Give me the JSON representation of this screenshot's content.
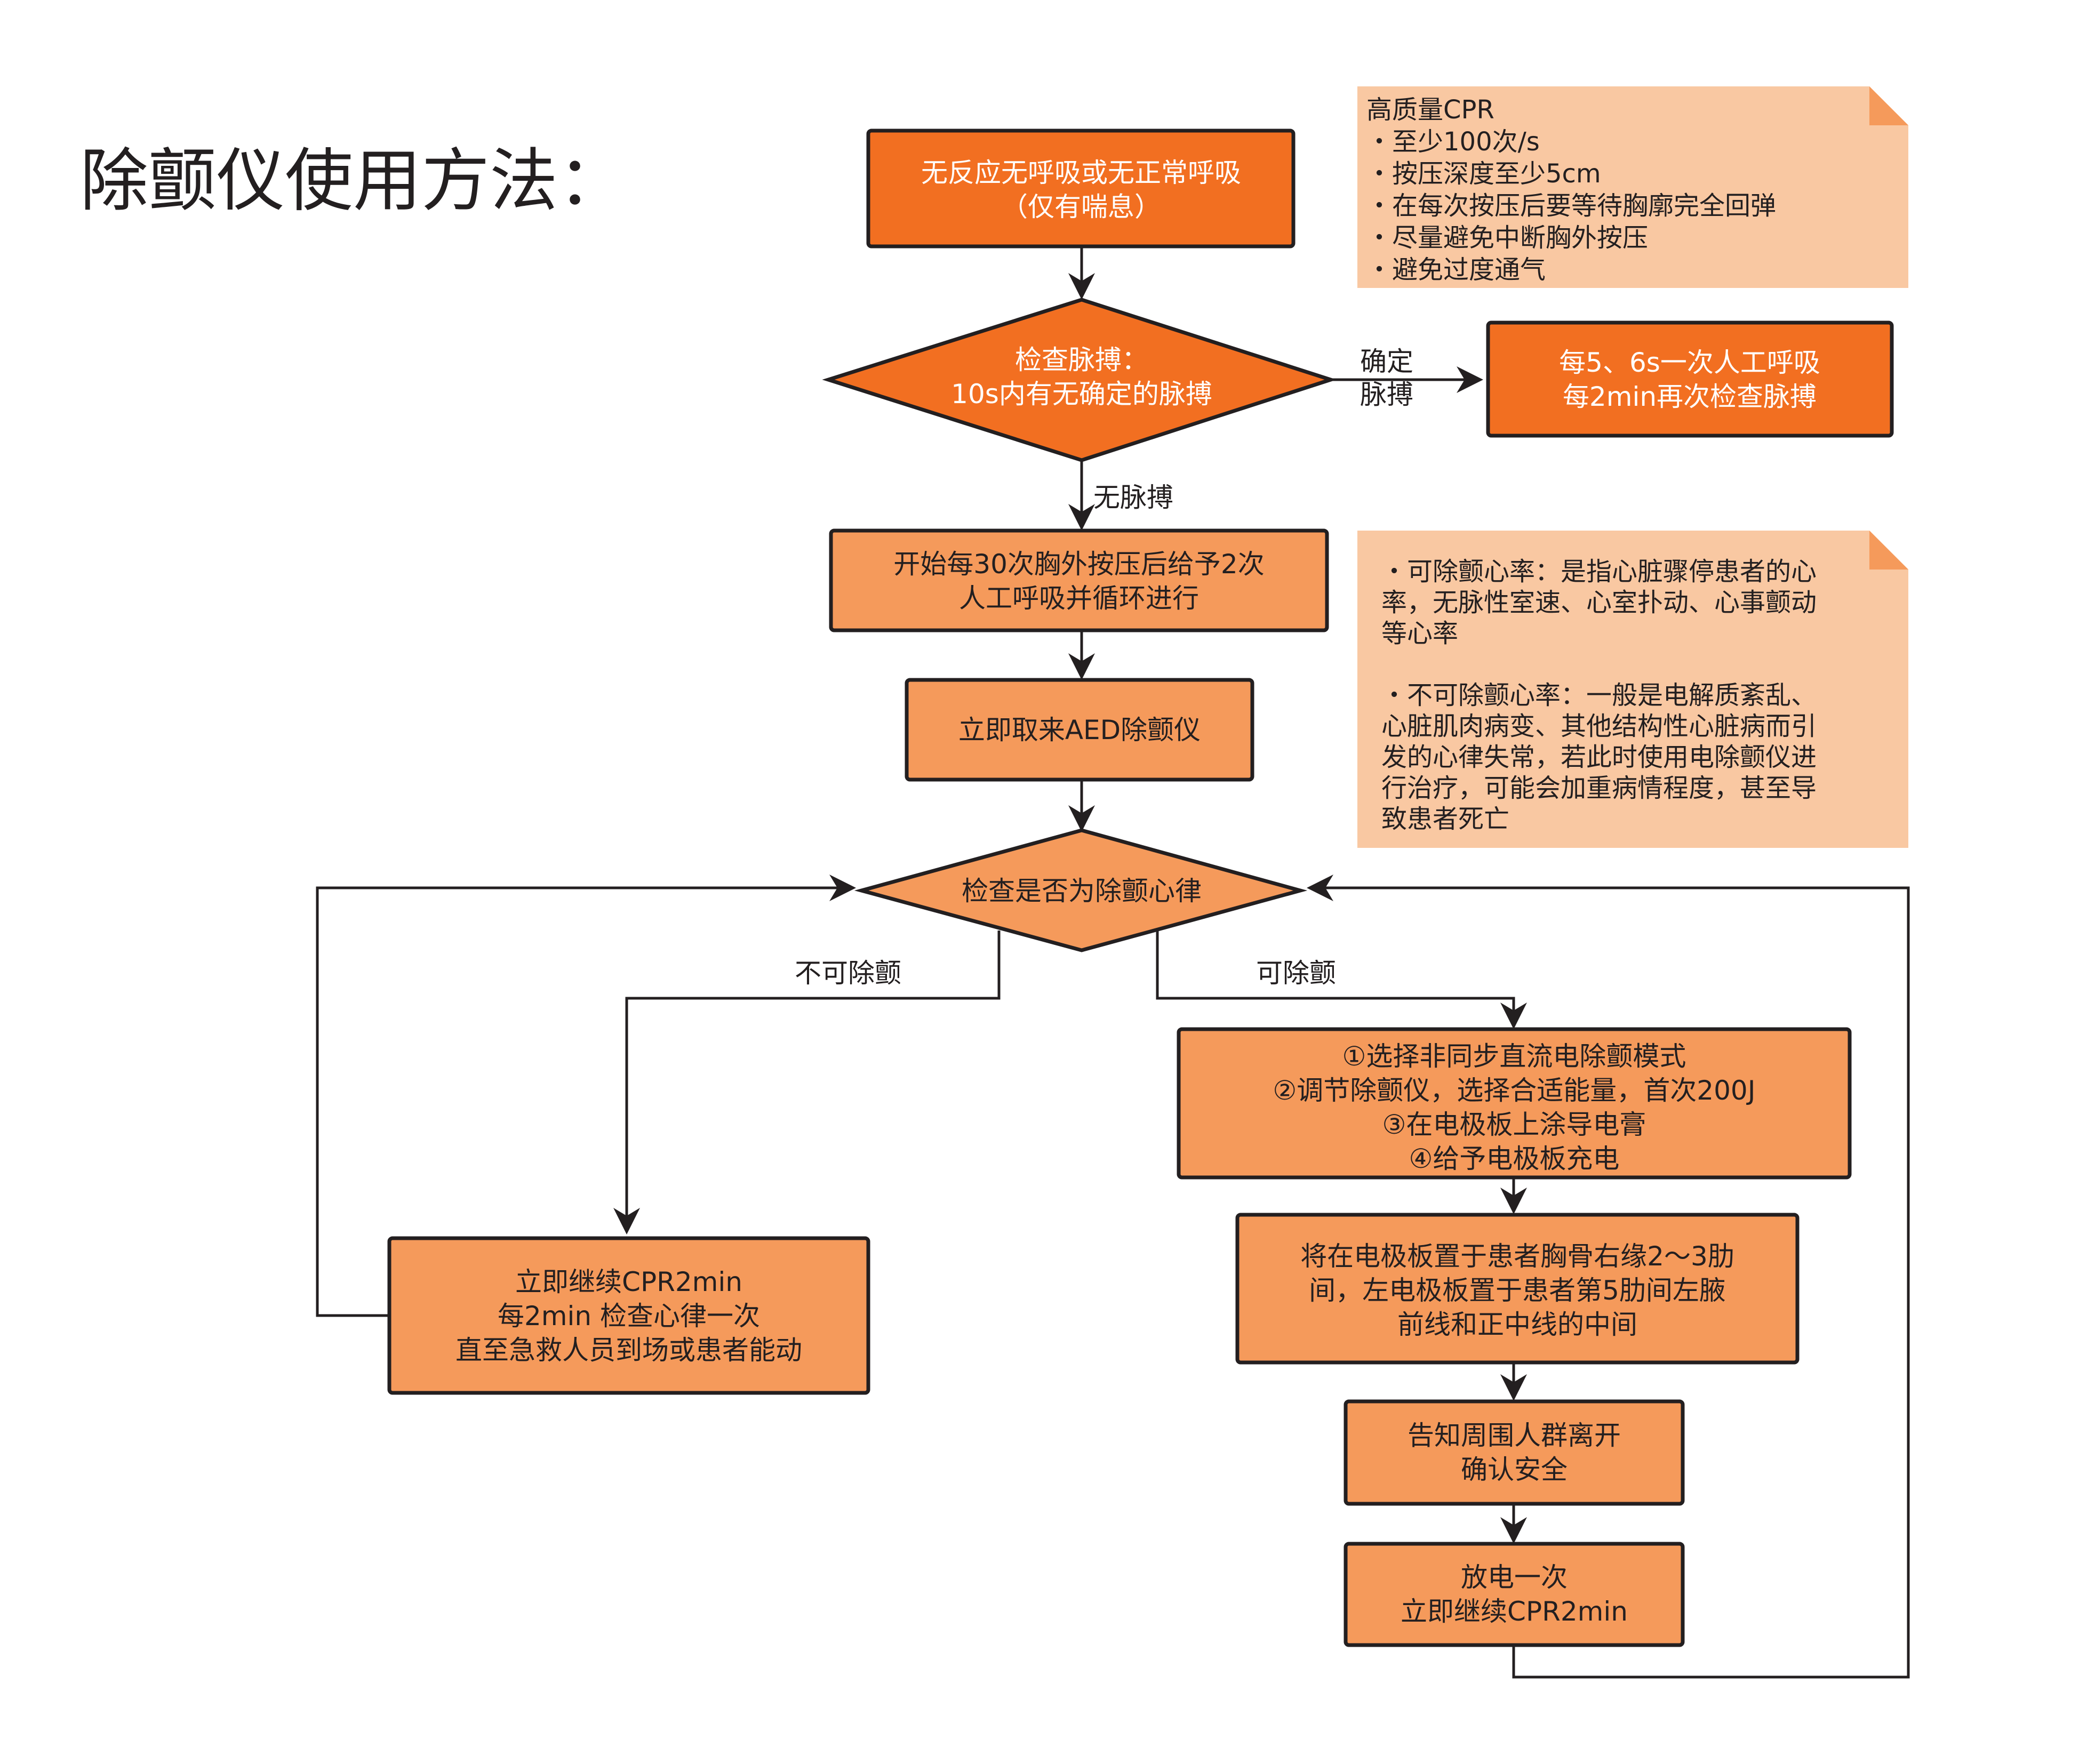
{
  "title": "除颤仪使用方法：",
  "colors": {
    "dark_orange": "#f26f21",
    "light_orange": "#f59a5b",
    "note_fill": "#f9c8a2",
    "note_fold": "#f59a5b",
    "stroke": "#231f20"
  },
  "nodes": {
    "start": [
      "无反应无呼吸或无正常呼吸",
      "（仅有喘息）"
    ],
    "check_pulse": [
      "检查脉搏：",
      "10s内有无确定的脉搏"
    ],
    "rescue_breath": [
      "每5、6s一次人工呼吸",
      "每2min再次检查脉搏"
    ],
    "cpr_cycle": [
      "开始每30次胸外按压后给予2次",
      "人工呼吸并循环进行"
    ],
    "get_aed": [
      "立即取来AED除颤仪"
    ],
    "check_rhythm": [
      "检查是否为除颤心律"
    ],
    "continue_cpr": [
      "立即继续CPR2min",
      "每2min 检查心律一次",
      "直至急救人员到场或患者能动"
    ],
    "setup": [
      "①选择非同步直流电除颤模式",
      "②调节除颤仪，选择合适能量，首次200J",
      "③在电极板上涂导电膏",
      "④给予电极板充电"
    ],
    "pads": [
      "将在电极板置于患者胸骨右缘2～3肋",
      "间，左电极板置于患者第5肋间左腋",
      "前线和正中线的中间"
    ],
    "clear": [
      "告知周围人群离开",
      "确认安全"
    ],
    "shock": [
      "放电一次",
      "立即继续CPR2min"
    ]
  },
  "edge_labels": {
    "pulse_yes": [
      "确定",
      "脉搏"
    ],
    "pulse_no": "无脉搏",
    "non_shockable": "不可除颤",
    "shockable": "可除颤"
  },
  "notes": {
    "cpr_quality": [
      "高质量CPR",
      "・至少100次/s",
      "・按压深度至少5cm",
      "・在每次按压后要等待胸廓完全回弹",
      "・尽量避免中断胸外按压",
      "・避免过度通气"
    ],
    "rhythm_info": [
      "・可除颤心率：是指心脏骤停患者的心",
      "率，无脉性室速、心室扑动、心事颤动",
      "等心率",
      "",
      "・不可除颤心率：一般是电解质紊乱、",
      "心脏肌肉病变、其他结构性心脏病而引",
      "发的心律失常，若此时使用电除颤仪进",
      "行治疗，可能会加重病情程度，甚至导",
      "致患者死亡"
    ]
  }
}
